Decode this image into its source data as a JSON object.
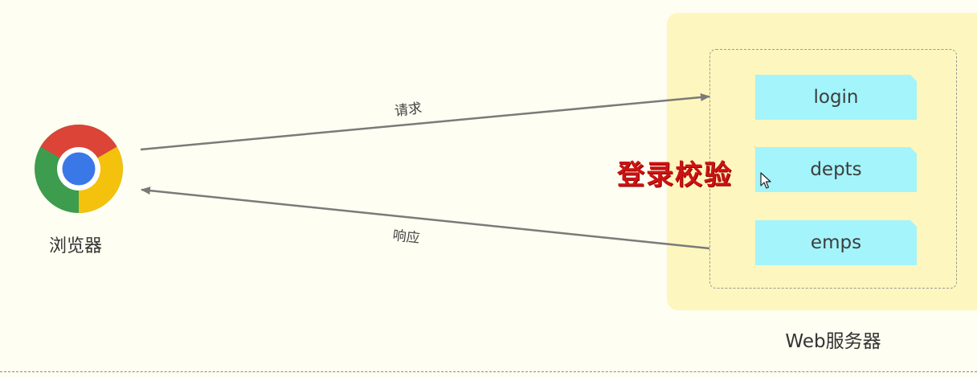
{
  "browser": {
    "label": "浏览器",
    "icon": "chrome-icon",
    "colors": {
      "red": "#db4437",
      "yellow": "#f4c20d",
      "green": "#3d9c4e",
      "blue": "#3b78e7"
    }
  },
  "arrows": {
    "request_label": "请求",
    "response_label": "响应",
    "color": "#7a7a7a"
  },
  "server": {
    "label": "Web服务器",
    "panel_color": "#fdf6be",
    "endpoints": [
      {
        "label": "login"
      },
      {
        "label": "depts"
      },
      {
        "label": "emps"
      }
    ],
    "endpoint_color": "#a4f4fb"
  },
  "overlay": {
    "text": "登录校验",
    "color": "#cc1212"
  }
}
